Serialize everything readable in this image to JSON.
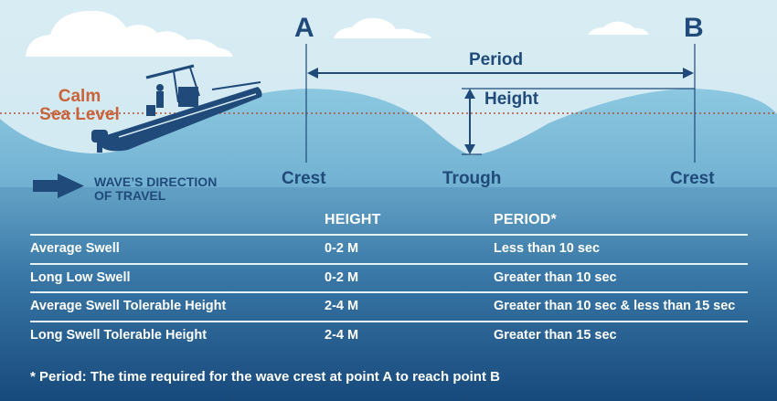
{
  "diagram": {
    "point_a": "A",
    "point_b": "B",
    "period_label": "Period",
    "height_label": "Height",
    "calm_sea_level": [
      "Calm",
      "Sea Level"
    ],
    "crest_left": "Crest",
    "trough": "Trough",
    "crest_right": "Crest",
    "direction_label": [
      "WAVE’S DIRECTION",
      "OF TRAVEL"
    ],
    "icons": [
      "cloud-icon",
      "boat-icon",
      "arrow-right-icon",
      "double-arrow-icon"
    ]
  },
  "table": {
    "headers": {
      "type": "",
      "height": "HEIGHT",
      "period": "PERIOD*"
    },
    "rows": [
      {
        "type": "Average Swell",
        "height": "0-2 M",
        "period": "Less than 10 sec"
      },
      {
        "type": "Long Low Swell",
        "height": "0-2 M",
        "period": "Greater than 10 sec"
      },
      {
        "type": "Average Swell Tolerable Height",
        "height": "2-4 M",
        "period": "Greater than 10 sec & less than 15 sec"
      },
      {
        "type": "Long Swell Tolerable Height",
        "height": "2-4 M",
        "period": "Greater than 15 sec"
      }
    ]
  },
  "footnote": "*  Period: The time required for the wave crest at point A to reach point B",
  "colors": {
    "sky": "#d6ebf3",
    "water_light": "#7fbfdc",
    "water_dark": "#1b4f80",
    "navy_text": "#1f4a7a",
    "calm_orange": "#c8633a",
    "sea_level_dots": "#b5533a"
  }
}
